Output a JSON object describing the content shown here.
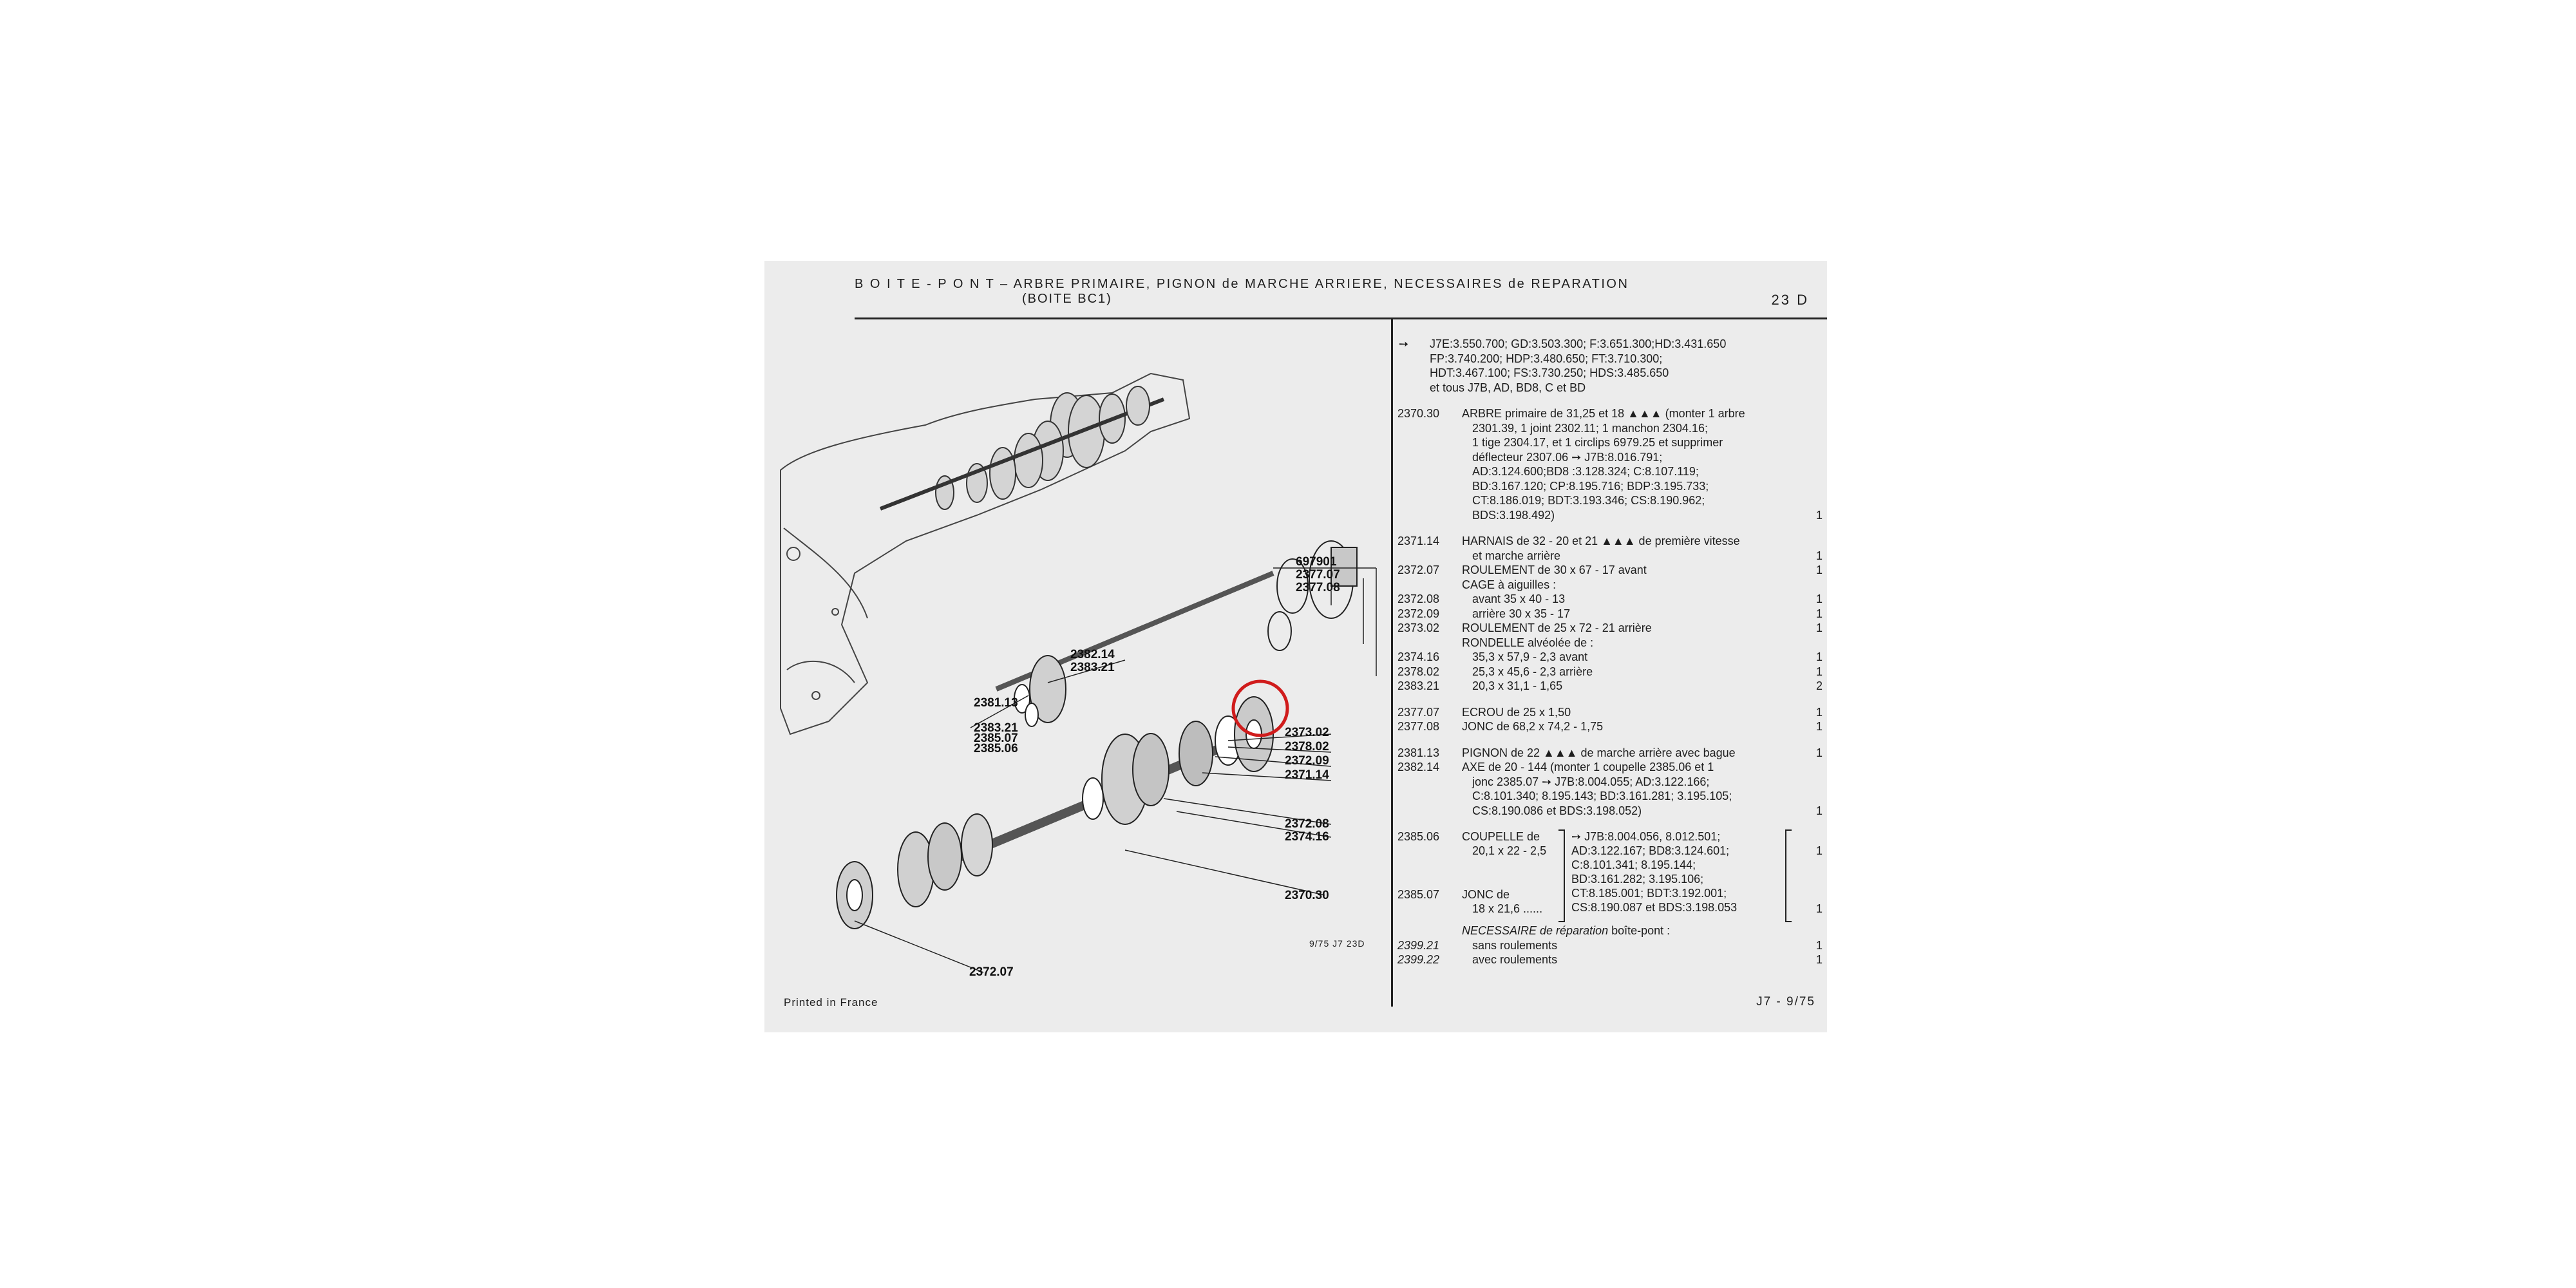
{
  "header": {
    "line1": "B O I T E - P O N T –  ARBRE PRIMAIRE, PIGNON de MARCHE ARRIERE, NECESSAIRES de REPARATION",
    "line2": "(BOITE BC1)",
    "page_code": "23 D"
  },
  "callouts": {
    "c697901": "697901",
    "c237707": "2377.07",
    "c237708": "2377.08",
    "c238214": "2382.14",
    "c238321a": "2383.21",
    "c238113": "2381.13",
    "c238321b": "2383.21",
    "c238507": "2385.07",
    "c238506": "2385.06",
    "c237302": "2373.02",
    "c237802": "2378.02",
    "c237209": "2372.09",
    "c237114": "2371.14",
    "c237208": "2372.08",
    "c237416": "2374.16",
    "c237030": "2370.30",
    "c237207": "2372.07"
  },
  "drawing_ref": "9/75  J7  23D",
  "footer": {
    "left": "Printed in France",
    "right": "J7  -  9/75"
  },
  "parts": {
    "intro": [
      "J7E:3.550.700; GD:3.503.300; F:3.651.300;HD:3.431.650",
      "FP:3.740.200; HDP:3.480.650; FT:3.710.300;",
      "HDT:3.467.100; FS:3.730.250; HDS:3.485.650",
      "et tous J7B, AD, BD8, C et BD"
    ],
    "r1": {
      "num": "2370.30",
      "lines": [
        "ARBRE primaire de 31,25 et 18 ▲▲▲ (monter 1 arbre",
        "2301.39, 1 joint 2302.11; 1 manchon 2304.16;",
        "1 tige 2304.17, et 1 circlips 6979.25 et supprimer",
        "déflecteur 2307.06  ➙ J7B:8.016.791;",
        "AD:3.124.600;BD8 :3.128.324; C:8.107.119;",
        "BD:3.167.120; CP:8.195.716; BDP:3.195.733;",
        "CT:8.186.019; BDT:3.193.346; CS:8.190.962;",
        "BDS:3.198.492)"
      ],
      "qty": "1"
    },
    "r2": {
      "num": "2371.14",
      "l1": "HARNAIS de 32 - 20 et 21 ▲▲▲ de première vitesse",
      "l2": "et marche arrière",
      "qty": "1"
    },
    "r3": {
      "num": "2372.07",
      "text": "ROULEMENT de 30 x 67 - 17 avant",
      "qty": "1"
    },
    "r4": {
      "text": "CAGE à aiguilles :"
    },
    "r5": {
      "num": "2372.08",
      "text": "avant 35 x 40 - 13",
      "qty": "1"
    },
    "r6": {
      "num": "2372.09",
      "text": "arrière 30 x 35 - 17",
      "qty": "1"
    },
    "r7": {
      "num": "2373.02",
      "text": "ROULEMENT de 25 x 72 - 21 arrière",
      "qty": "1"
    },
    "r8": {
      "text": "RONDELLE alvéolée de :"
    },
    "r9": {
      "num": "2374.16",
      "text": "35,3 x 57,9 - 2,3 avant",
      "qty": "1"
    },
    "r10": {
      "num": "2378.02",
      "text": "25,3 x 45,6 - 2,3 arrière",
      "qty": "1"
    },
    "r11": {
      "num": "2383.21",
      "text": "20,3 x 31,1 - 1,65",
      "qty": "2"
    },
    "r12": {
      "num": "2377.07",
      "text": "ECROU de 25 x 1,50",
      "qty": "1"
    },
    "r13": {
      "num": "2377.08",
      "text": "JONC de 68,2 x 74,2 - 1,75",
      "qty": "1"
    },
    "r14": {
      "num": "2381.13",
      "text": "PIGNON de 22 ▲▲▲ de marche arrière avec bague",
      "qty": "1"
    },
    "r15": {
      "num": "2382.14",
      "lines": [
        "AXE de 20 - 144 (monter 1 coupelle 2385.06 et 1",
        "jonc 2385.07  ➙ J7B:8.004.055; AD:3.122.166;",
        "C:8.101.340; 8.195.143; BD:3.161.281; 3.195.105;",
        "CS:8.190.086 et BDS:3.198.052)"
      ],
      "qty": "1"
    },
    "r16": {
      "num": "2385.06",
      "l1": "COUPELLE de",
      "l2": "20,1 x 22 - 2,5",
      "qty": "1"
    },
    "r17": {
      "num": "2385.07",
      "l1": "JONC de",
      "l2": "18 x 21,6 ......",
      "qty": "1"
    },
    "bracket_text": [
      "➙ J7B:8.004.056, 8.012.501;",
      "AD:3.122.167; BD8:3.124.601;",
      "C:8.101.341; 8.195.144;",
      "BD:3.161.282; 3.195.106;",
      "CT:8.185.001; BDT:3.192.001;",
      "CS:8.190.087 et BDS:3.198.053"
    ],
    "r18": {
      "text1": "NECESSAIRE de réparation",
      "text2": " boîte-pont :"
    },
    "r19": {
      "num": "2399.21",
      "text": "sans roulements",
      "qty": "1"
    },
    "r20": {
      "num": "2399.22",
      "text": "avec roulements",
      "qty": "1"
    }
  }
}
